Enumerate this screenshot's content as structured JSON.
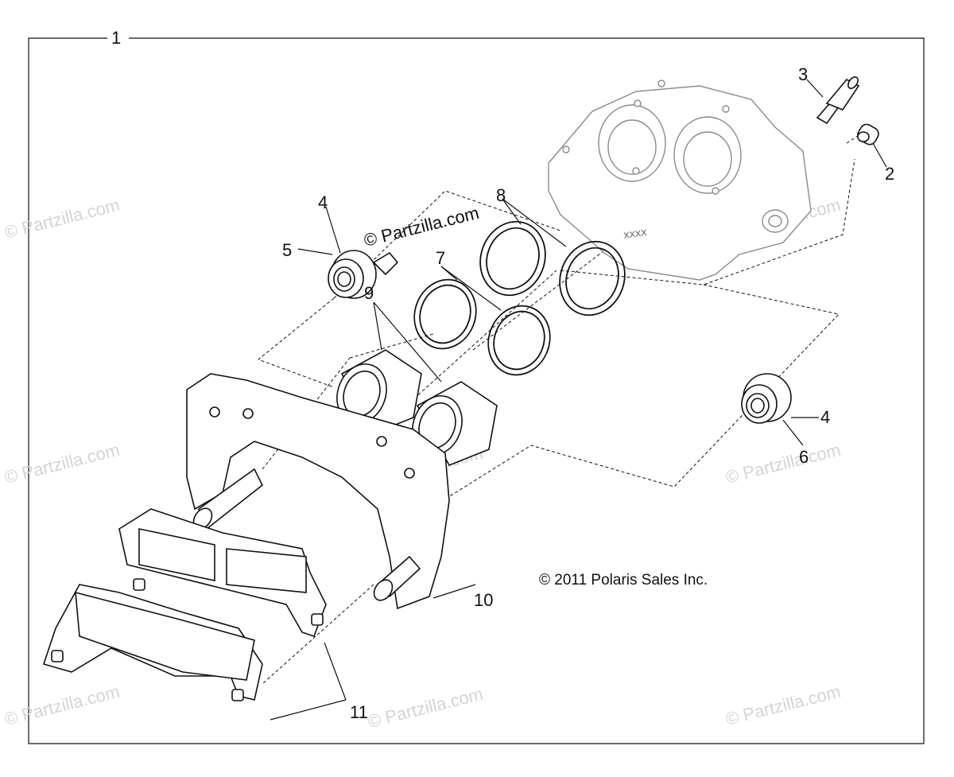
{
  "diagram": {
    "callouts": {
      "c1": "1",
      "c2": "2",
      "c3": "3",
      "c4a": "4",
      "c4b": "4",
      "c5": "5",
      "c6": "6",
      "c7": "7",
      "c8": "8",
      "c9": "9",
      "c10": "10",
      "c11": "11"
    },
    "copyright": "© 2011 Polaris Sales Inc.",
    "caliper_marking": "XXXX",
    "watermark_center": "© Partzilla.com",
    "watermarks": [
      "© Partzilla.com",
      "© Partzilla.com",
      "© Partzilla.com",
      "© Partzilla.com",
      "© Partzilla.com",
      "© Partzilla.com",
      "© Partzilla.com",
      "© Partzilla.com"
    ]
  }
}
